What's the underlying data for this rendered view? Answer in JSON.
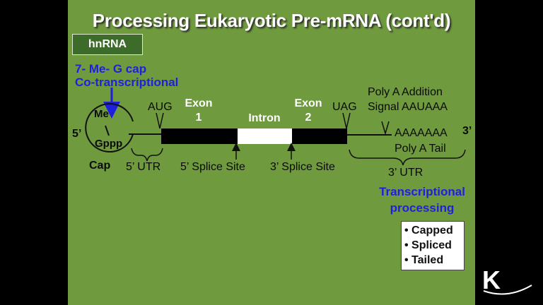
{
  "title": "Processing Eukaryotic Pre-mRNA (cont'd)",
  "hnrna_label": "hnRNA",
  "cap_note": {
    "line1": "7- Me- G cap",
    "line2": "Co-transcriptional"
  },
  "cap_labels": {
    "me": "Me",
    "gppp": "Gppp",
    "five_prime": "5’",
    "cap": "Cap"
  },
  "gene": {
    "aug": "AUG",
    "uag": "UAG",
    "exon1": {
      "line1": "Exon",
      "line2": "1"
    },
    "intron": "Intron",
    "exon2": {
      "line1": "Exon",
      "line2": "2"
    },
    "poly_signal": {
      "line1": "Poly A Addition",
      "line2": "Signal AAUAAA"
    },
    "poly_a_seq": "AAAAAAA",
    "three_prime": "3’",
    "poly_a_tail": "Poly A Tail"
  },
  "bottom_labels": {
    "utr5": "5’ UTR",
    "splice5": "5’ Splice Site",
    "splice3": "3’ Splice Site",
    "utr3": "3’ UTR"
  },
  "transcriptional": {
    "line1": "Transcriptional",
    "line2": "processing"
  },
  "features": [
    "• Capped",
    "• Spliced",
    "• Tailed"
  ],
  "logo": "K",
  "colors": {
    "slide_bg": "#6f9a3d",
    "title": "#ffffff",
    "accent_blue": "#1f1fe0",
    "hnrna_box": "#3c6b2a"
  }
}
